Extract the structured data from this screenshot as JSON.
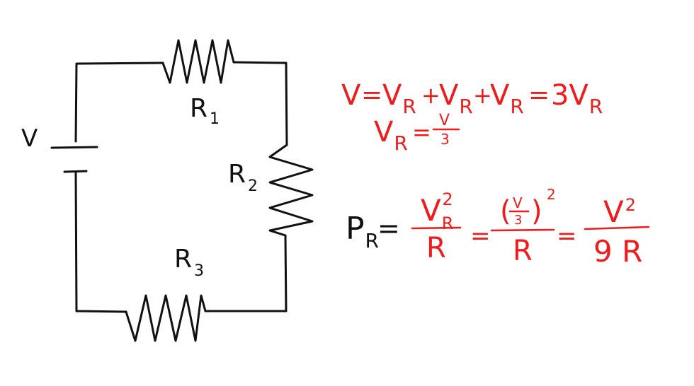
{
  "colors": {
    "ink": "#111111",
    "annotation": "#ee1c1c",
    "background": "#ffffff"
  },
  "circuit": {
    "source_label": "V",
    "resistors": [
      {
        "name": "R",
        "sub": "1"
      },
      {
        "name": "R",
        "sub": "2"
      },
      {
        "name": "R",
        "sub": "3"
      }
    ]
  },
  "equations": {
    "series_voltage": {
      "lhs": "V",
      "eq": "=",
      "term": "V",
      "term_sub": "R",
      "plus": "+",
      "result": "3V",
      "result_sub": "R"
    },
    "vr": {
      "lhs": "V",
      "lhs_sub": "R",
      "eq": "=",
      "num": "V",
      "den": "3"
    },
    "power": {
      "lhs": "P",
      "lhs_sub": "R",
      "eq": "=",
      "f1_num": "V",
      "f1_num_sub": "R",
      "f1_num_sup": "2",
      "f1_den": "R",
      "f2_open": "(",
      "f2_num": "V",
      "f2_num_den": "3",
      "f2_close": ")",
      "f2_sup": "2",
      "f2_den": "R",
      "f3_num": "V",
      "f3_num_sup": "2",
      "f3_den": "9 R"
    }
  }
}
